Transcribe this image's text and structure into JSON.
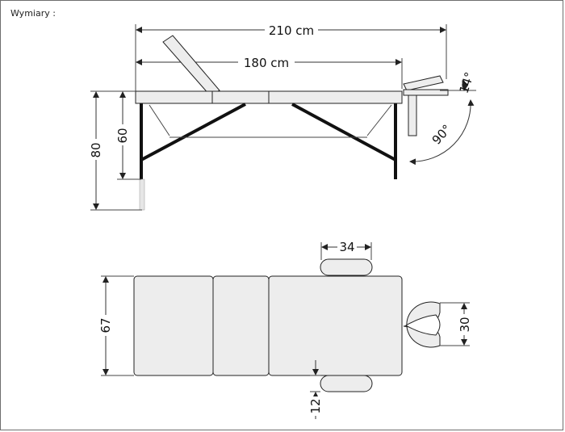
{
  "heading": "Wymiary :",
  "dimensions": {
    "total_length": "210 cm",
    "bed_length": "180 cm",
    "height_total": "80",
    "height_frame": "60",
    "headrest_tilt": "14°",
    "armrest_angle": "90°",
    "armrest_length": "34",
    "width": "67",
    "headrest_width": "30",
    "armrest_width": "12"
  }
}
